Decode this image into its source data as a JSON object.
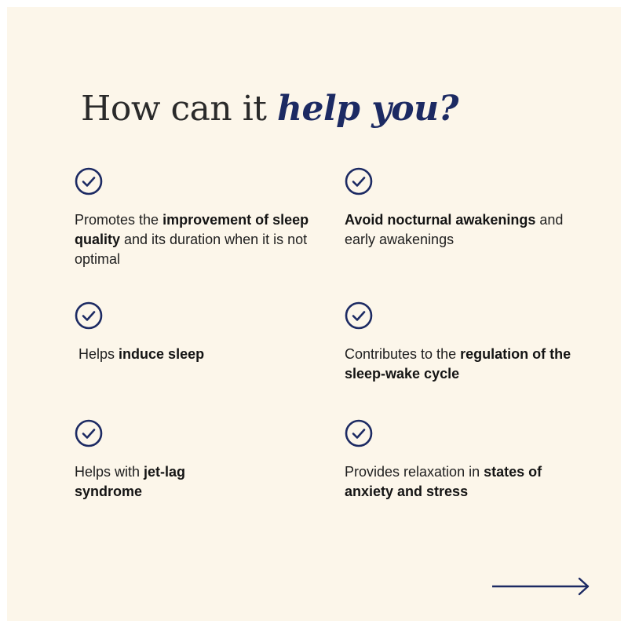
{
  "title": {
    "prefix": "How can it ",
    "accent": "help you?"
  },
  "benefits": [
    {
      "icon": "check-circle-icon",
      "parts": [
        {
          "text": "Promotes the ",
          "bold": false
        },
        {
          "text": "improvement of sleep quality",
          "bold": true
        },
        {
          "text": " and its duration when it is not optimal",
          "bold": false
        }
      ]
    },
    {
      "icon": "check-circle-icon",
      "parts": [
        {
          "text": "Avoid nocturnal awakenings",
          "bold": true
        },
        {
          "text": " and early awakenings",
          "bold": false
        }
      ]
    },
    {
      "icon": "check-circle-icon",
      "parts": [
        {
          "text": " Helps ",
          "bold": false
        },
        {
          "text": "induce sleep",
          "bold": true
        }
      ]
    },
    {
      "icon": "check-circle-icon",
      "parts": [
        {
          "text": "Contributes to the ",
          "bold": false
        },
        {
          "text": "regulation of the sleep-wake cycle",
          "bold": true
        }
      ]
    },
    {
      "icon": "check-circle-icon",
      "parts": [
        {
          "text": "Helps with ",
          "bold": false
        },
        {
          "text": "jet-lag syndrome",
          "bold": true
        }
      ]
    },
    {
      "icon": "check-circle-icon",
      "parts": [
        {
          "text": "Provides relaxation in ",
          "bold": false
        },
        {
          "text": "states of anxiety and stress",
          "bold": true
        }
      ]
    }
  ],
  "navigation": {
    "next_icon": "arrow-right-icon"
  },
  "colors": {
    "background": "#fcf6ea",
    "accent": "#1c2a63",
    "text": "#1e1e1e"
  }
}
